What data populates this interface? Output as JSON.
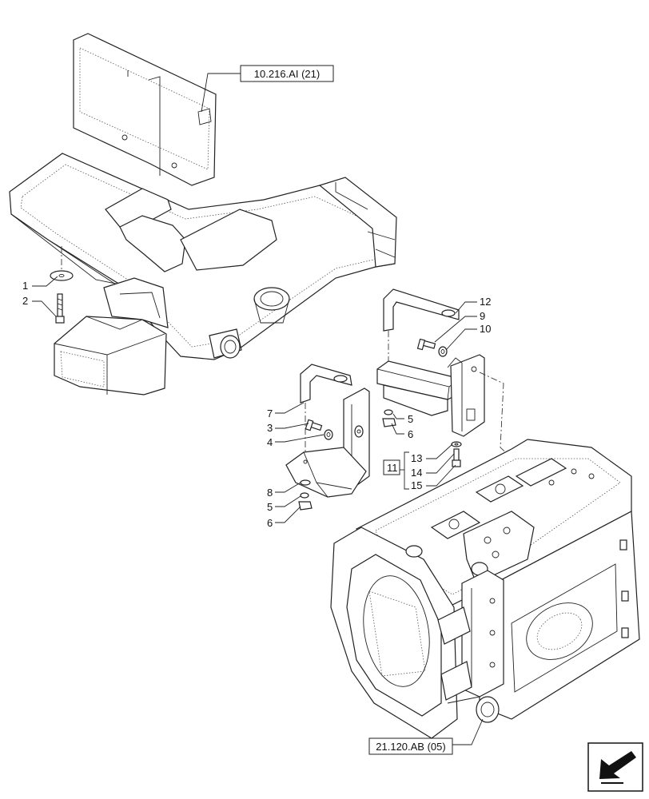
{
  "refs": {
    "top": "10.216.AI (21)",
    "bottom": "21.120.AB (05)",
    "group": "11"
  },
  "callouts": [
    "1",
    "2",
    "3",
    "4",
    "5",
    "6",
    "7",
    "8",
    "5",
    "6",
    "9",
    "10",
    "12",
    "13",
    "14",
    "15"
  ],
  "icons": {
    "nav": "arrow-down-left-icon"
  }
}
